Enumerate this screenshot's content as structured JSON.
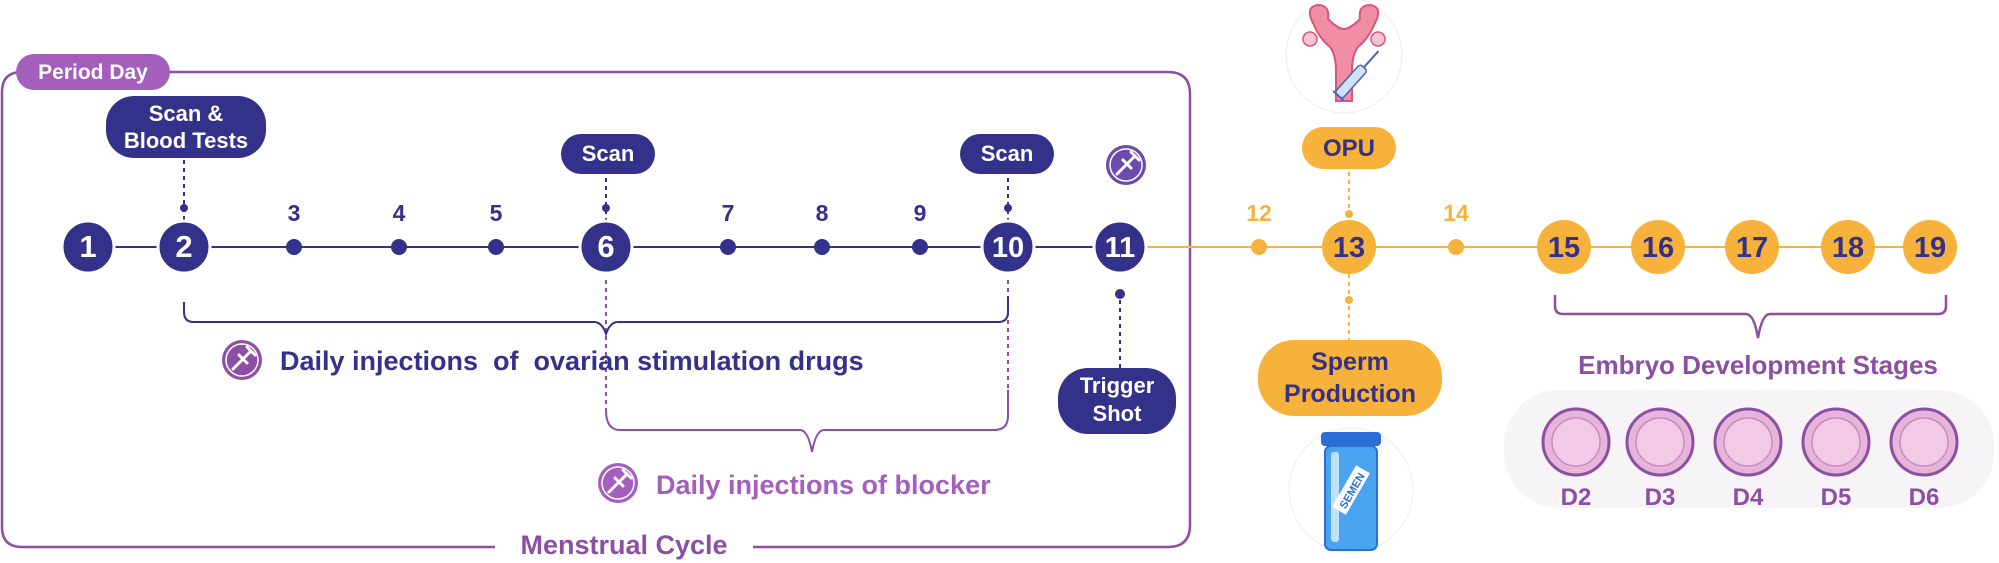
{
  "colors": {
    "dark": "#34318a",
    "gold": "#f7b23b",
    "purple_box": "#8d4fa3",
    "lavender_text": "#9a5fb3"
  },
  "period_day_label": "Period Day",
  "menstrual_cycle_label": "Menstrual Cycle",
  "days": [
    "1",
    "2",
    "3",
    "4",
    "5",
    "6",
    "7",
    "8",
    "9",
    "10",
    "11",
    "12",
    "13",
    "14",
    "15",
    "16",
    "17",
    "18",
    "19"
  ],
  "events": {
    "scan_blood": [
      "Scan &",
      "Blood Tests"
    ],
    "scan_day6": "Scan",
    "scan_day10": "Scan",
    "trigger_shot": [
      "Trigger",
      "Shot"
    ],
    "opu": "OPU",
    "sperm_production": [
      "Sperm",
      "Production"
    ]
  },
  "daily_injections_stim": "Daily injections  of  ovarian stimulation drugs",
  "daily_injections_blocker": "Daily injections of blocker",
  "embryo_title": "Embryo Development Stages",
  "embryo_stages": [
    "D2",
    "D3",
    "D4",
    "D5",
    "D6"
  ],
  "vial_label": "SEMEN",
  "icons": [
    "syringe-icon",
    "uterus-icon",
    "semen-vial-icon",
    "embryo-cell-icon"
  ]
}
